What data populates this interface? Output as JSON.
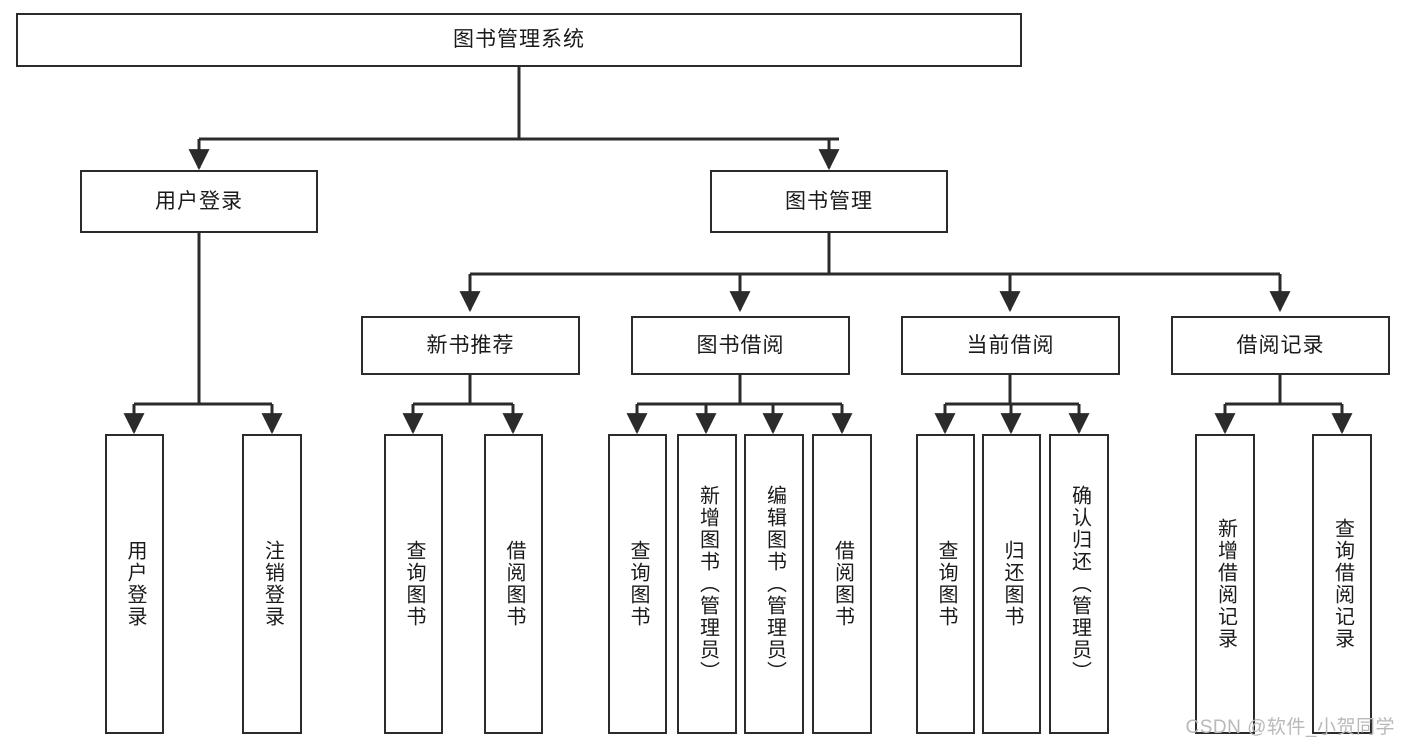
{
  "diagram": {
    "type": "tree-hierarchy-chart",
    "title_box": {
      "label": "图书管理系统"
    },
    "level2": [
      {
        "id": "user-login",
        "label": "用户登录"
      },
      {
        "id": "book-management",
        "label": "图书管理"
      }
    ],
    "level3": [
      {
        "id": "new-book-recommend",
        "label": "新书推荐"
      },
      {
        "id": "book-borrow",
        "label": "图书借阅"
      },
      {
        "id": "current-borrow",
        "label": "当前借阅"
      },
      {
        "id": "borrow-record",
        "label": "借阅记录"
      }
    ],
    "leaves": {
      "user_login": [
        {
          "id": "leaf-user-login",
          "label": "用户登录"
        },
        {
          "id": "leaf-logout-login",
          "label": "注销登录"
        }
      ],
      "new_book_recommend": [
        {
          "id": "leaf-query-book-1",
          "label": "查询图书"
        },
        {
          "id": "leaf-borrow-book-1",
          "label": "借阅图书"
        }
      ],
      "book_borrow": [
        {
          "id": "leaf-query-book-2",
          "label": "查询图书"
        },
        {
          "id": "leaf-add-book-admin",
          "label": "新增图书（管理员）"
        },
        {
          "id": "leaf-edit-book-admin",
          "label": "编辑图书（管理员）"
        },
        {
          "id": "leaf-borrow-book-2",
          "label": "借阅图书"
        }
      ],
      "current_borrow": [
        {
          "id": "leaf-query-book-3",
          "label": "查询图书"
        },
        {
          "id": "leaf-return-book",
          "label": "归还图书"
        },
        {
          "id": "leaf-confirm-return-admin",
          "label": "确认归还（管理员）"
        }
      ],
      "borrow_record": [
        {
          "id": "leaf-add-borrow-record",
          "label": "新增借阅记录"
        },
        {
          "id": "leaf-query-borrow-record",
          "label": "查询借阅记录"
        }
      ]
    },
    "watermark": "CSDN @软件_小贺同学",
    "colors": {
      "stroke": "#2b2b2b",
      "fill": "#ffffff",
      "text": "#1a1a1a",
      "watermark": "#b9b9b9"
    }
  }
}
